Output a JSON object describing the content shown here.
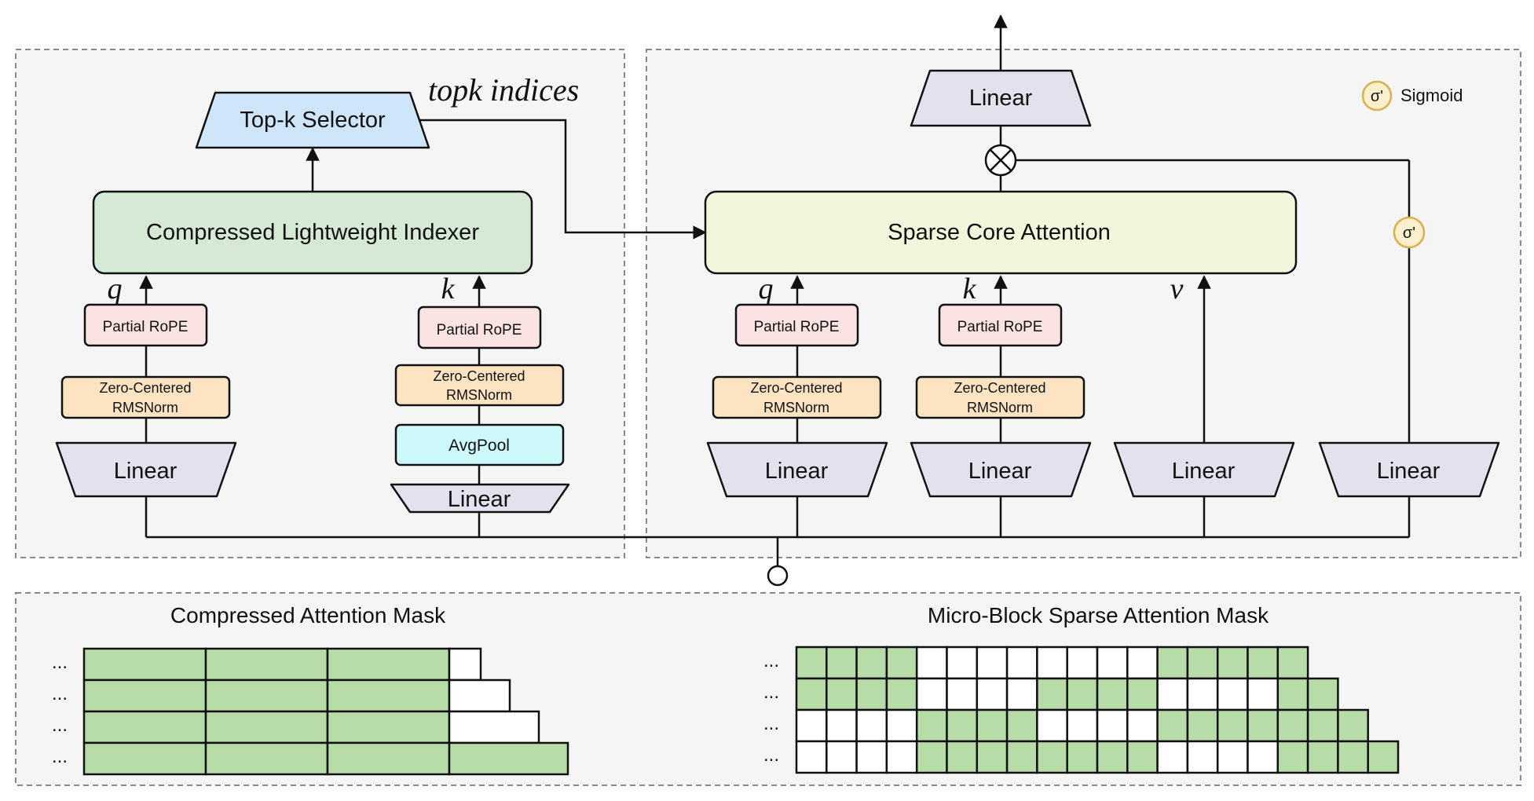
{
  "indexer_panel": {
    "topk_selector": "Top-k Selector",
    "topk_indices": "topk indices",
    "indexer": "Compressed Lightweight Indexer",
    "q_branch": {
      "var": "q",
      "rope": "Partial RoPE",
      "norm": [
        "Zero-Centered",
        "RMSNorm"
      ],
      "linear": "Linear"
    },
    "k_branch": {
      "var": "k",
      "rope": "Partial RoPE",
      "norm": [
        "Zero-Centered",
        "RMSNorm"
      ],
      "pool": "AvgPool",
      "linear": "Linear"
    }
  },
  "attention_panel": {
    "output_linear": "Linear",
    "sigmoid_legend": {
      "symbol": "σ'",
      "label": "Sigmoid"
    },
    "gate_symbol": "σ'",
    "core": "Sparse Core Attention",
    "q_branch": {
      "var": "q",
      "rope": "Partial RoPE",
      "norm": [
        "Zero-Centered",
        "RMSNorm"
      ],
      "linear": "Linear"
    },
    "k_branch": {
      "var": "k",
      "rope": "Partial RoPE",
      "norm": [
        "Zero-Centered",
        "RMSNorm"
      ],
      "linear": "Linear"
    },
    "v_branch": {
      "var": "v",
      "linear": "Linear"
    },
    "gate_branch": {
      "linear": "Linear"
    }
  },
  "masks": {
    "compressed": {
      "title": "Compressed Attention Mask",
      "row_marker": "...",
      "rows": [
        [
          1,
          1,
          1,
          0
        ],
        [
          1,
          1,
          1,
          0
        ],
        [
          1,
          1,
          1,
          0
        ],
        [
          1,
          1,
          1,
          1
        ]
      ]
    },
    "micro_block": {
      "title": "Micro-Block Sparse Attention Mask",
      "row_marker": "...",
      "rows": [
        [
          1,
          1,
          1,
          1,
          0,
          0,
          0,
          0,
          0,
          0,
          0,
          0,
          1,
          1,
          1,
          1,
          1
        ],
        [
          1,
          1,
          1,
          1,
          0,
          0,
          0,
          0,
          1,
          1,
          1,
          1,
          0,
          0,
          0,
          0,
          1,
          1
        ],
        [
          0,
          0,
          0,
          0,
          1,
          1,
          1,
          1,
          0,
          0,
          0,
          0,
          1,
          1,
          1,
          1,
          1,
          1,
          1
        ],
        [
          0,
          0,
          0,
          0,
          1,
          1,
          1,
          1,
          1,
          1,
          1,
          1,
          0,
          0,
          0,
          0,
          1,
          1,
          1,
          1
        ]
      ]
    }
  },
  "colors": {
    "panel_fill": "#f5f5f5",
    "panel_border": "#8a8a8a",
    "stroke": "#111111",
    "topk_fill": "#cfe5fa",
    "indexer_fill": "#d6e9d4",
    "core_fill": "#f4f6dc",
    "rope_fill": "#fbe3e4",
    "norm_fill": "#fce4c2",
    "pool_fill": "#cdf9fb",
    "linear_fill": "#e2e2ef",
    "sigma_fill": "#fcf0cc",
    "sigma_stroke": "#d9b050",
    "mask_green": "#b7dca8",
    "mask_white": "#ffffff"
  }
}
